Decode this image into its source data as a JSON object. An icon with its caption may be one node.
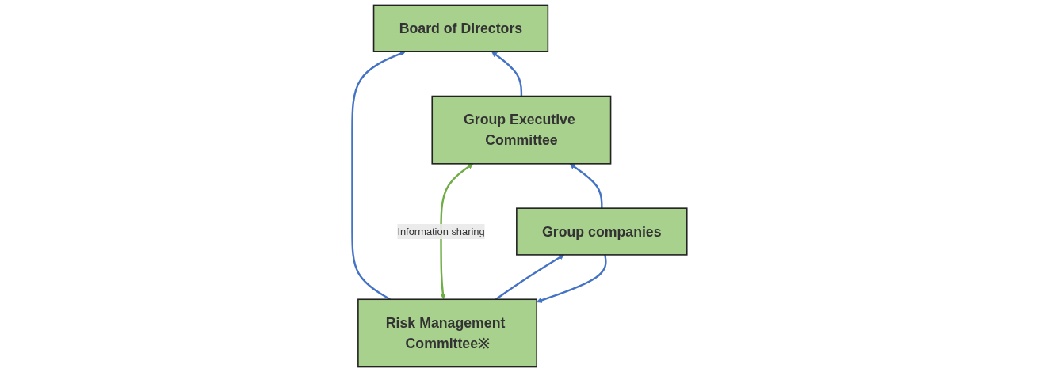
{
  "diagram": {
    "nodes": [
      {
        "text": [
          "Board of Directors"
        ]
      },
      {
        "text": [
          "Risk Management Committee※"
        ]
      },
      {
        "text": [
          "Group Executive Committee"
        ]
      },
      {
        "text": [
          "Group companies"
        ]
      }
    ],
    "edges": [
      {
        "from": 1,
        "to": 0,
        "arrow": "to"
      },
      {
        "from": 2,
        "to": 0,
        "arrow": "to"
      },
      {
        "from": 1,
        "to": 2,
        "arrow": "both",
        "label": "Information sharing",
        "color": "#70ad47"
      },
      {
        "from": 1,
        "to": 3,
        "arrow": "to"
      },
      {
        "from": 3,
        "to": 1,
        "arrow": "to"
      },
      {
        "from": 3,
        "to": 2,
        "arrow": "to"
      }
    ]
  }
}
